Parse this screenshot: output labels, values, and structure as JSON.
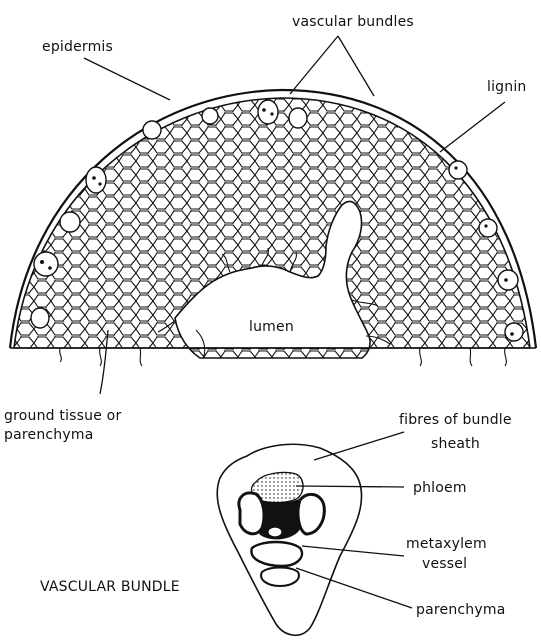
{
  "labels": {
    "epidermis": "epidermis",
    "vascular_bundles": "vascular bundles",
    "lignin": "lignin",
    "lumen": "lumen",
    "ground_tissue_line1": "ground tissue or",
    "ground_tissue_line2": "parenchyma",
    "fibres_line1": "fibres of bundle",
    "fibres_line2": "sheath",
    "phloem": "phloem",
    "metaxylem_line1": "metaxylem",
    "metaxylem_line2": "vessel",
    "parenchyma": "parenchyma",
    "vascular_bundle_title": "VASCULAR BUNDLE"
  },
  "colors": {
    "ink": "#111111",
    "background": "#ffffff"
  }
}
